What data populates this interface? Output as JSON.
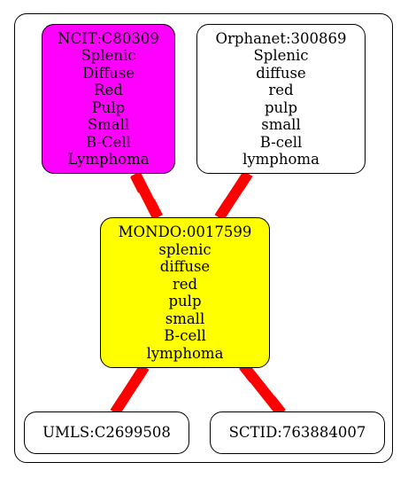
{
  "nodes": {
    "ncit": {
      "lines": [
        "NCIT:C80309",
        "Splenic",
        "Diffuse",
        "Red",
        "Pulp",
        "Small",
        "B-Cell",
        "Lymphoma"
      ],
      "fill": "#ff00ff"
    },
    "orphanet": {
      "lines": [
        "Orphanet:300869",
        "Splenic",
        "diffuse",
        "red",
        "pulp",
        "small",
        "B-cell",
        "lymphoma"
      ],
      "fill": "#ffffff"
    },
    "mondo": {
      "lines": [
        "MONDO:0017599",
        "splenic",
        "diffuse",
        "red",
        "pulp",
        "small",
        "B-cell",
        "lymphoma"
      ],
      "fill": "#ffff00"
    },
    "umls": {
      "lines": [
        "UMLS:C2699508"
      ],
      "fill": "#ffffff"
    },
    "sctid": {
      "lines": [
        "SCTID:763884007"
      ],
      "fill": "#ffffff"
    }
  },
  "edges": [
    {
      "from": "ncit",
      "to": "mondo"
    },
    {
      "from": "orphanet",
      "to": "mondo"
    },
    {
      "from": "mondo",
      "to": "umls"
    },
    {
      "from": "mondo",
      "to": "sctid"
    }
  ],
  "colors": {
    "edge": "#ff0000",
    "border": "#000000"
  }
}
